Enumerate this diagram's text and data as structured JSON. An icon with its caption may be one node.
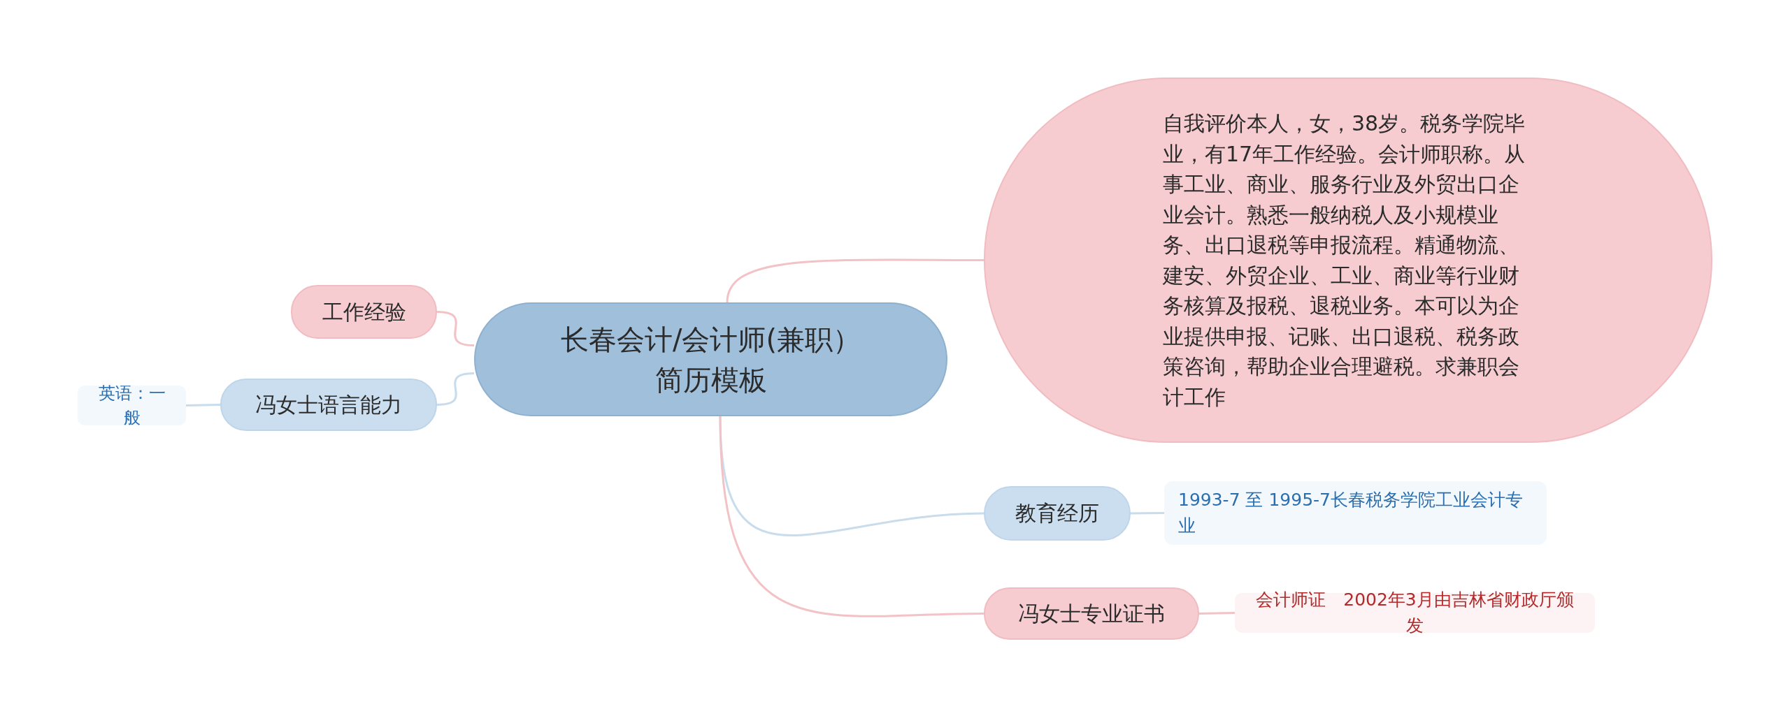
{
  "diagram": {
    "nodes": [
      {
        "text": [
          "长春会计/会计师(兼职）简历模板"
        ]
      },
      {
        "text": [
          "工作经验"
        ]
      },
      {
        "text": [
          "冯女士语言能力"
        ]
      },
      {
        "text": [
          "英语：一般"
        ]
      },
      {
        "text": [
          "自我评价本人，女，38岁。税务学院毕业，有17年工作经验。会计师职称。从事工业、商业、服务行业及外贸出口企业会计。熟悉一般纳税人及小规模业务、出口退税等申报流程。精通物流、建安、外贸企业、工业、商业等行业财务核算及报税、退税业务。本可以为企业提供申报、记账、出口退税、税务政策咨询，帮助企业合理避税。求兼职会计工作"
        ]
      },
      {
        "text": [
          "教育经历"
        ]
      },
      {
        "text": [
          "1993-7 至 1995-7长春税务学院工业会计专业"
        ]
      },
      {
        "text": [
          "冯女士专业证书"
        ]
      },
      {
        "text": [
          "会计师证　2002年3月由吉林省财政厅颁发"
        ]
      }
    ],
    "edges": [
      {
        "from": 0,
        "to": 1,
        "arrow": "none"
      },
      {
        "from": 0,
        "to": 2,
        "arrow": "none",
        "color": "#c9dcec"
      },
      {
        "from": 2,
        "to": 3,
        "arrow": "none",
        "color": "#c9dcec"
      },
      {
        "from": 0,
        "to": 4,
        "arrow": "none"
      },
      {
        "from": 0,
        "to": 5,
        "arrow": "none",
        "color": "#c9dcec"
      },
      {
        "from": 5,
        "to": 6,
        "arrow": "none",
        "color": "#c9dcec"
      },
      {
        "from": 0,
        "to": 7,
        "arrow": "none"
      },
      {
        "from": 7,
        "to": 8,
        "arrow": "none"
      }
    ]
  }
}
